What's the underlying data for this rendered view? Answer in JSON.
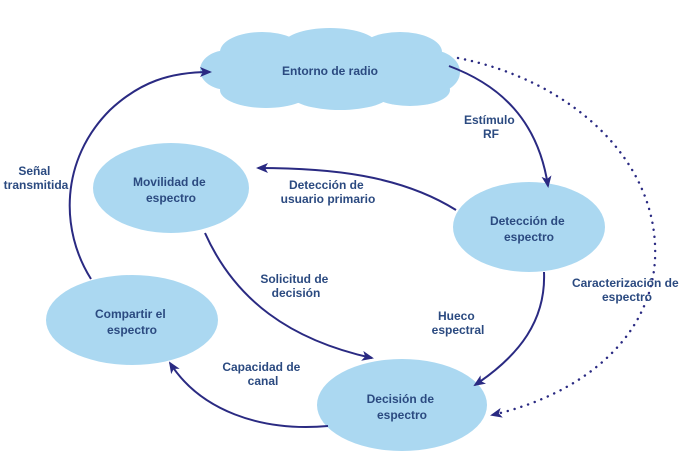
{
  "diagram": {
    "title": "Ciclo de radio cognitiva",
    "colors": {
      "node_fill": "#abd8f1",
      "text": "#2b4a80",
      "arrow": "#2a2a82"
    },
    "nodes": {
      "radio_env": {
        "lines": [
          "Entorno de radio"
        ]
      },
      "mobility": {
        "lines": [
          "Movilidad de",
          "espectro"
        ]
      },
      "sensing": {
        "lines": [
          "Detección de",
          "espectro"
        ]
      },
      "sharing": {
        "lines": [
          "Compartir el",
          "espectro"
        ]
      },
      "decision": {
        "lines": [
          "Decisión de",
          "espectro"
        ]
      }
    },
    "edges": {
      "rf_stimulus": {
        "from": "Entorno de radio",
        "to": "Detección de espectro",
        "lines": [
          "Estímulo",
          "RF"
        ],
        "style": "solid"
      },
      "primary_user": {
        "from": "Detección de espectro",
        "to": "Movilidad de espectro",
        "lines": [
          "Detección de",
          "usuario primario"
        ],
        "style": "solid"
      },
      "decision_request": {
        "from": "Movilidad de espectro",
        "to": "Decisión de espectro",
        "lines": [
          "Solicitud de",
          "decisión"
        ],
        "style": "solid"
      },
      "spectrum_hole": {
        "from": "Detección de espectro",
        "to": "Decisión de espectro",
        "lines": [
          "Hueco",
          "espectral"
        ],
        "style": "solid"
      },
      "channel_capacity": {
        "from": "Decisión de espectro",
        "to": "Compartir el espectro",
        "lines": [
          "Capacidad de",
          "canal"
        ],
        "style": "solid"
      },
      "transmitted_signal": {
        "from": "Compartir el espectro",
        "to": "Entorno de radio",
        "lines": [
          "Señal",
          "transmitida"
        ],
        "style": "solid"
      },
      "characterization": {
        "from": "Entorno de radio",
        "to": "Decisión de espectro",
        "lines": [
          "Caracterización de",
          "espectro"
        ],
        "style": "dotted"
      }
    }
  }
}
